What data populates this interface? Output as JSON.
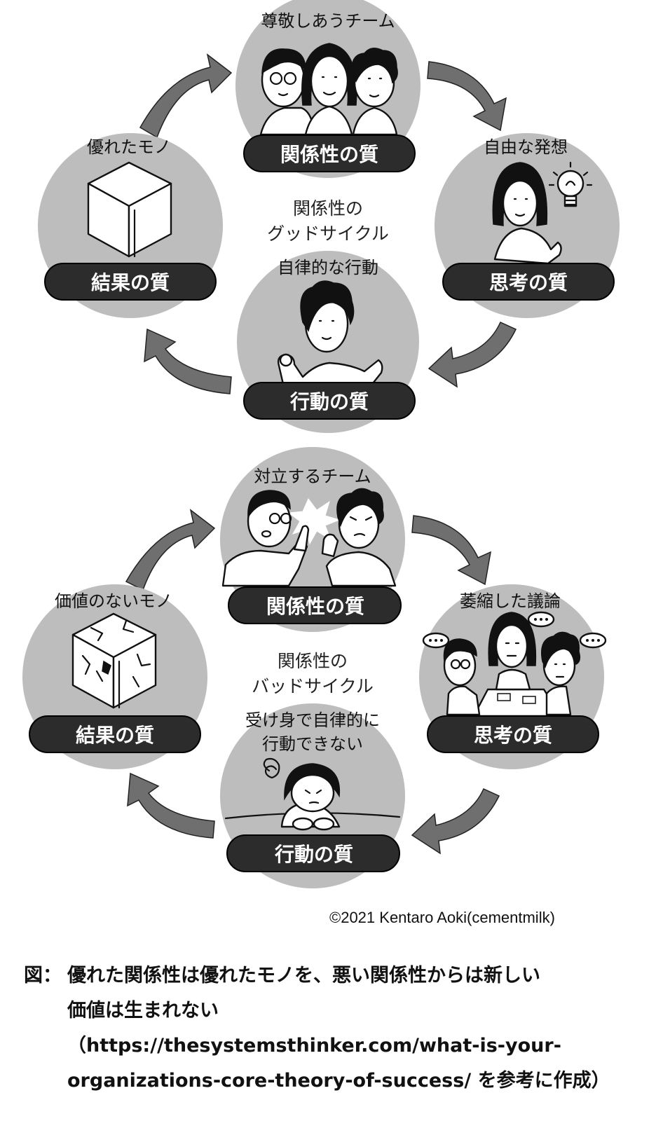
{
  "good_cycle": {
    "center_label": [
      "関係性の",
      "グッドサイクル"
    ],
    "nodes": {
      "relationship": {
        "top_label": "尊敬しあうチーム",
        "pill": "関係性の質",
        "icon": "three-people-icon"
      },
      "thinking": {
        "top_label": "自由な発想",
        "pill": "思考の質",
        "icon": "woman-lightbulb-icon"
      },
      "action": {
        "top_label": "自律的な行動",
        "pill": "行動の質",
        "icon": "motivated-person-icon"
      },
      "result": {
        "top_label": "優れたモノ",
        "pill": "結果の質",
        "icon": "cube-icon"
      }
    }
  },
  "bad_cycle": {
    "center_label": [
      "関係性の",
      "バッドサイクル"
    ],
    "nodes": {
      "relationship": {
        "top_label": "対立するチーム",
        "pill": "関係性の質",
        "icon": "arguing-people-icon"
      },
      "thinking": {
        "top_label": "萎縮した議論",
        "pill": "思考の質",
        "icon": "silent-meeting-icon"
      },
      "action": {
        "top_label_lines": [
          "受け身で自律的に",
          "行動できない"
        ],
        "pill": "行動の質",
        "icon": "slumped-person-icon"
      },
      "result": {
        "top_label": "価値のないモノ",
        "pill": "結果の質",
        "icon": "cracked-cube-icon"
      }
    }
  },
  "credit": "©2021 Kentaro Aoki(cementmilk)",
  "caption": {
    "prefix": "図：",
    "lines": [
      "優れた関係性は優れたモノを、悪い関係性からは新しい",
      "価値は生まれない",
      "（https://thesystemsthinker.com/what-is-your-",
      "organizations-core-theory-of-success/ を参考に作成）"
    ]
  },
  "colors": {
    "circle": "#bdbdbd",
    "pill": "#2c2c2c",
    "arrow": "#6f6f6f",
    "text": "#111111"
  }
}
